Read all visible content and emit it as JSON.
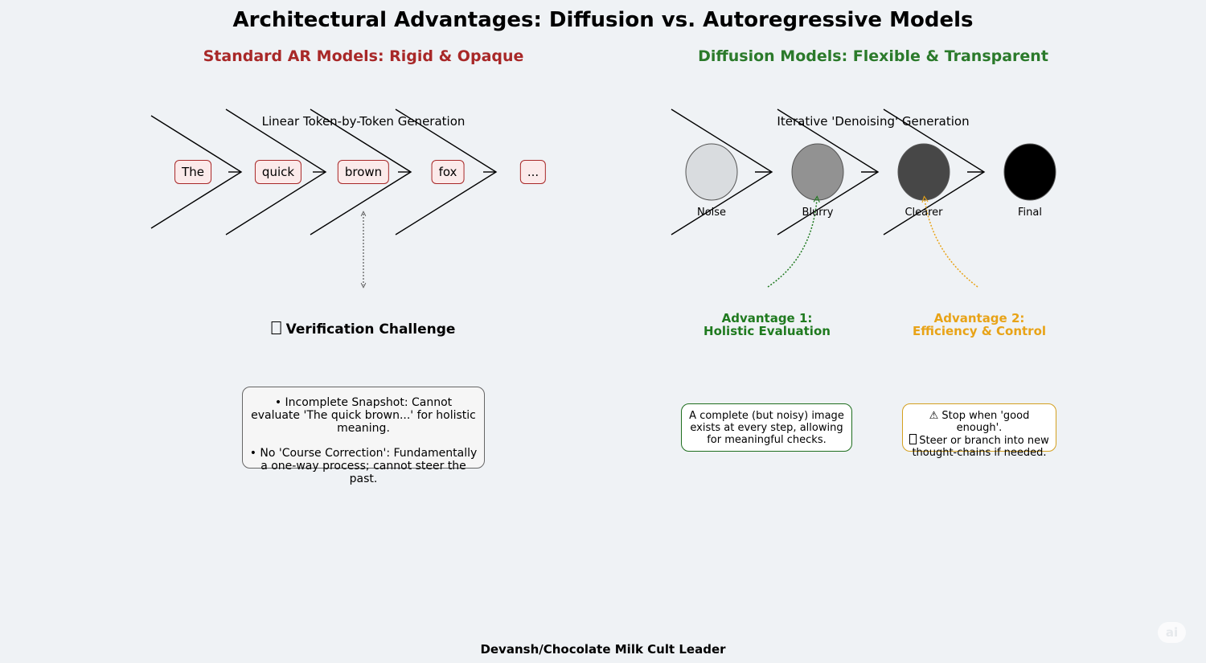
{
  "title": "Architectural Advantages: Diffusion vs. Autoregressive Models",
  "colors": {
    "ar_red": "#a82828",
    "diffusion_green": "#2b7a2b",
    "adv1_green": "#1f7a1f",
    "adv2_gold": "#e8a317"
  },
  "ar": {
    "title": "Standard AR Models: Rigid & Opaque",
    "subtitle": "Linear Token-by-Token Generation",
    "tokens": [
      "The",
      "quick",
      "brown",
      "fox",
      "..."
    ],
    "challenge_icon": "unrendered-glyph-icon",
    "challenge_title": "Verification Challenge",
    "box_lines": [
      "• Incomplete Snapshot: Cannot evaluate 'The quick brown...' for holistic meaning.",
      "• No 'Course Correction': Fundamentally a one-way process; cannot steer the past."
    ]
  },
  "diffusion": {
    "title": "Diffusion Models: Flexible & Transparent",
    "subtitle": "Iterative 'Denoising' Generation",
    "stages": [
      {
        "label": "Noise",
        "fill": "#d9dcdf"
      },
      {
        "label": "Blurry",
        "fill": "#929292"
      },
      {
        "label": "Clearer",
        "fill": "#474747"
      },
      {
        "label": "Final",
        "fill": "#000000"
      }
    ],
    "adv1": {
      "title_line1": "Advantage 1:",
      "title_line2": "Holistic Evaluation",
      "box_text": "A complete (but noisy) image exists at every step, allowing for meaningful checks."
    },
    "adv2": {
      "title_line1": "Advantage 2:",
      "title_line2": "Efficiency & Control",
      "line1": "⚠ Stop when 'good enough'.",
      "line2_icon": "unrendered-glyph-icon",
      "line2": "Steer or branch into new thought-chains if needed."
    }
  },
  "footer": "Devansh/Chocolate Milk Cult Leader",
  "logo_text": "ai"
}
